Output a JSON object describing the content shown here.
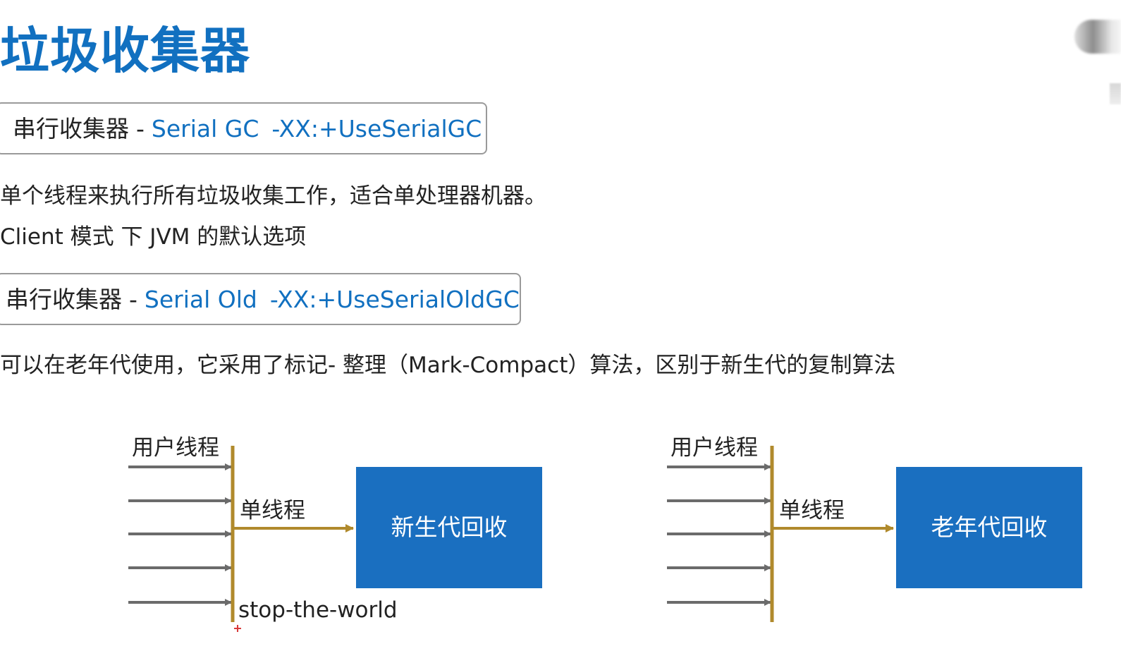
{
  "title": "垃圾收集器",
  "collectors": [
    {
      "label": "串行收集器",
      "separator": "-",
      "name": "Serial GC",
      "flag": "-XX:+UseSerialGC",
      "descriptions": [
        "单个线程来执行所有垃圾收集工作，适合单处理器机器。",
        "Client 模式 下 JVM 的默认选项"
      ]
    },
    {
      "label": "串行收集器",
      "separator": "-",
      "name": "Serial Old",
      "flag": "-XX:+UseSerialOldGC",
      "descriptions": [
        "可以在老年代使用，它采用了标记- 整理（Mark-Compact）算法，区别于新生代的复制算法"
      ]
    }
  ],
  "diagrams": [
    {
      "user_threads_label": "用户线程",
      "single_thread_label": "单线程",
      "target_label": "新生代回收",
      "stop_label": "stop-the-world",
      "user_thread_arrow_count": 5
    },
    {
      "user_threads_label": "用户线程",
      "single_thread_label": "单线程",
      "target_label": "老年代回收",
      "user_thread_arrow_count": 5
    }
  ],
  "colors": {
    "title": "#1170c0",
    "accent_blue": "#1170c0",
    "timeline_gold": "#b08a2c",
    "thread_arrow_gray": "#6b6b6b",
    "collector_box": "#1a6fc0",
    "marker_red": "#d83a3a"
  }
}
